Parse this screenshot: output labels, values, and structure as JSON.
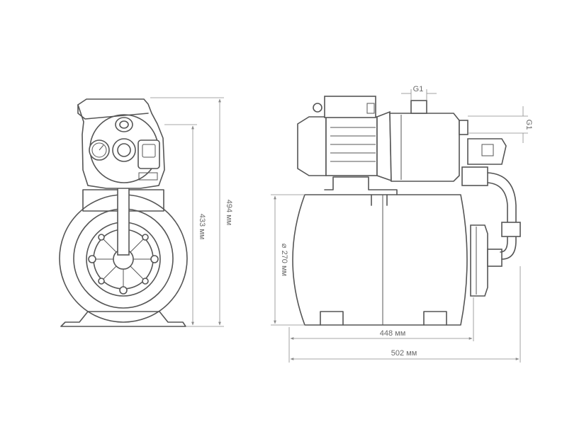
{
  "dimensions": {
    "height_total": "494 мм",
    "height_pump": "433 мм",
    "tank_diameter": "⌀ 270 мм",
    "tank_length": "448 мм",
    "overall_length": "502 мм",
    "thread_top": "G1",
    "thread_side": "G1"
  },
  "colors": {
    "line": "#555555",
    "dimension_line": "#8a8a8a",
    "background": "#ffffff"
  }
}
